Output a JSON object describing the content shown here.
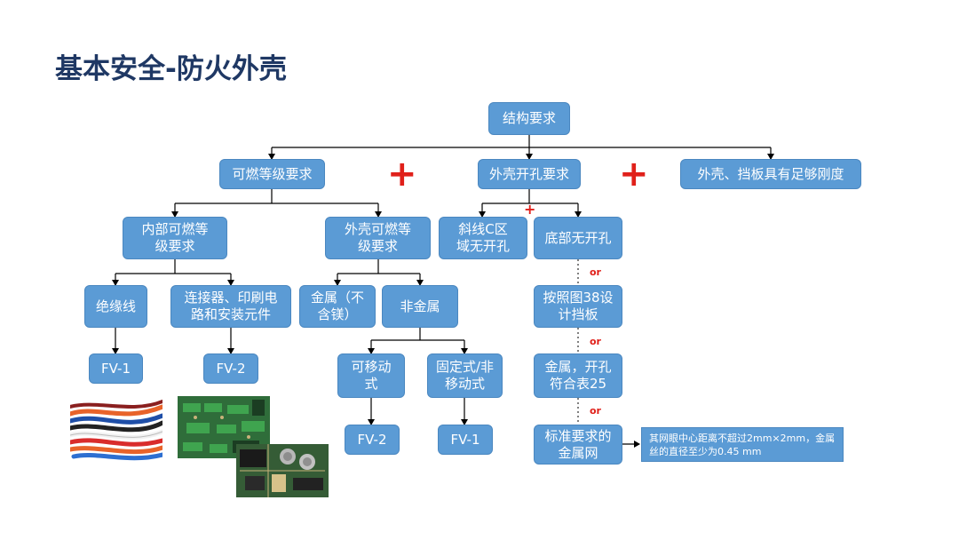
{
  "title": "基本安全-防火外壳",
  "nodes": {
    "root": "结构要求",
    "flammability": "可燃等级要求",
    "opening": "外壳开孔要求",
    "rigidity": "外壳、挡板具有足够刚度",
    "internal": "内部可燃等级要求",
    "enclosure_flam": "外壳可燃等级要求",
    "zone_c": "斜线C区域无开孔",
    "bottom": "底部无开孔",
    "insulated_wire": "绝缘线",
    "connectors": "连接器、印刷电路和安装元件",
    "metal": "金属（不含镁）",
    "nonmetal": "非金属",
    "baffle": "按照图38设计挡板",
    "movable": "可移动式",
    "fixed": "固定式/非移动式",
    "metal_holes": "金属，开孔符合表25",
    "fv1_a": "FV-1",
    "fv2_a": "FV-2",
    "fv2_b": "FV-2",
    "fv1_b": "FV-1",
    "mesh": "标准要求的金属网",
    "mesh_note": "其网眼中心距离不超过2mm×2mm，金属丝的直径至少为0.45 mm"
  },
  "or_label": "or",
  "plus_label": "+",
  "colors": {
    "box": "#5b9bd5",
    "title": "#1f3864",
    "accent": "#e0201a"
  }
}
